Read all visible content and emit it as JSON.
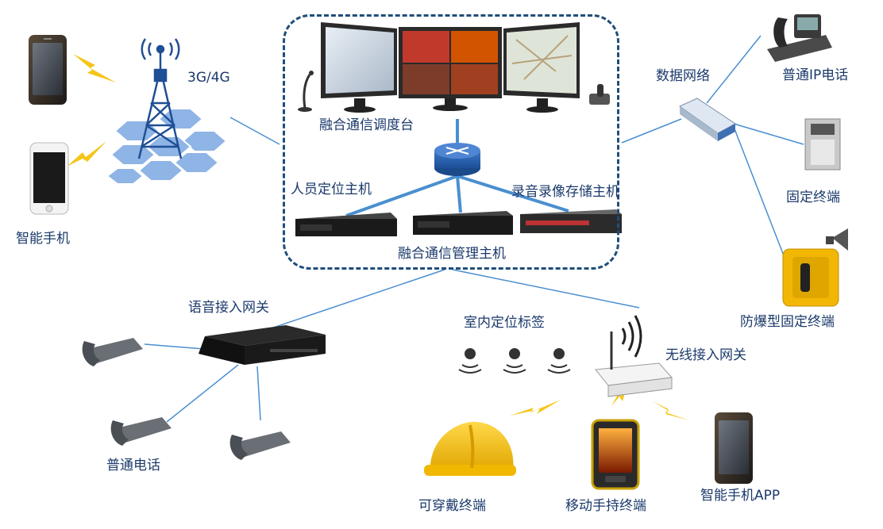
{
  "labels": {
    "cellular": "3G/4G",
    "smartphone_left": "智能手机",
    "dispatch_console": "融合通信调度台",
    "personnel_positioning_host": "人员定位主机",
    "recording_storage_host": "录音录像存储主机",
    "management_host": "融合通信管理主机",
    "data_network": "数据网络",
    "ip_phone": "普通IP电话",
    "fixed_terminal": "固定终端",
    "explosion_proof_terminal": "防爆型固定终端",
    "voice_gateway": "语音接入网关",
    "ordinary_phone": "普通电话",
    "indoor_tags": "室内定位标签",
    "wireless_gateway": "无线接入网关",
    "wearable_terminal": "可穿戴终端",
    "handheld_terminal": "移动手持终端",
    "smartphone_app": "智能手机APP"
  },
  "colors": {
    "text": "#1b3a6b",
    "link_line": "#4a8fd0",
    "box_border": "#1f4e79",
    "lightning": "#f5c518",
    "hex_cell": "#8fb4e6",
    "helmet": "#f6c200",
    "emergency_box": "#f2b705"
  },
  "icons": {
    "tower": "cell-tower-icon",
    "router": "router-icon",
    "switch": "network-switch-icon",
    "phone": "desk-phone-icon",
    "tag": "location-tag-icon",
    "helmet": "smart-helmet-icon",
    "handheld": "rugged-handheld-icon",
    "smartphone": "smartphone-icon"
  }
}
